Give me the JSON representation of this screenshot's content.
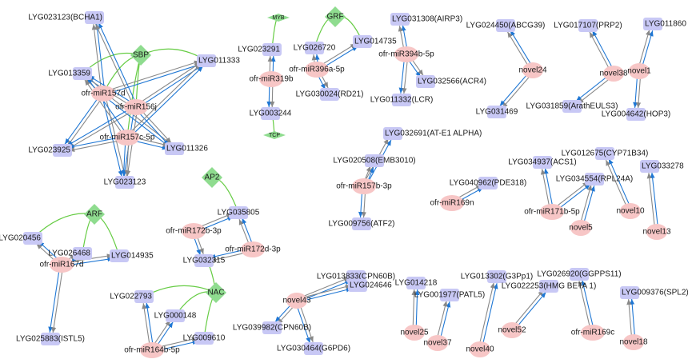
{
  "colors": {
    "gene_fill": "#c8c8f5",
    "mirna_fill": "#f7c6c6",
    "tf_fill": "#8fdc8f",
    "edge_blue": "#1f77d4",
    "edge_gray": "#888888",
    "edge_green": "#66cc44"
  },
  "genes": [
    {
      "id": "g1",
      "label": "LYG023123(BCHA1)"
    },
    {
      "id": "g2",
      "label": "LYG013359"
    },
    {
      "id": "g3",
      "label": "LYG011333"
    },
    {
      "id": "g4",
      "label": "LYG023925"
    },
    {
      "id": "g5",
      "label": "LYG011326"
    },
    {
      "id": "g6",
      "label": "LYG023123"
    },
    {
      "id": "g7",
      "label": "LYG023291"
    },
    {
      "id": "g8",
      "label": "LYG003244"
    },
    {
      "id": "g9",
      "label": "LYG026720"
    },
    {
      "id": "g10",
      "label": "LYG014735"
    },
    {
      "id": "g11",
      "label": "LYG030024(RD21)"
    },
    {
      "id": "g12",
      "label": "LYG031308(AIRP3)"
    },
    {
      "id": "g13",
      "label": "LYG032566(ACR4)"
    },
    {
      "id": "g14",
      "label": "LYG011332(LCR)"
    },
    {
      "id": "g15",
      "label": "LYG024450(ABCG39)"
    },
    {
      "id": "g16",
      "label": "LYG031469"
    },
    {
      "id": "g17",
      "label": "LYG017107(PRP2)"
    },
    {
      "id": "g18",
      "label": "LYG031859(ArathEULS3)"
    },
    {
      "id": "g19",
      "label": "LYG011860"
    },
    {
      "id": "g20",
      "label": "LYG004642(HOP3)"
    },
    {
      "id": "g21",
      "label": "LYG032691(AT-E1 ALPHA)"
    },
    {
      "id": "g22",
      "label": "LYG020508(EMB3010)"
    },
    {
      "id": "g23",
      "label": "LYG009756(ATF2)"
    },
    {
      "id": "g24",
      "label": "LYG034937(ACS1)"
    },
    {
      "id": "g25",
      "label": "LYG040962(PDE318)"
    },
    {
      "id": "g26",
      "label": "LYG012675(CYP71B34)"
    },
    {
      "id": "g27",
      "label": "LYG033278"
    },
    {
      "id": "g28",
      "label": "LYG034554(RPL24A)"
    },
    {
      "id": "g29",
      "label": "LYG020456"
    },
    {
      "id": "g30",
      "label": "LYG026468"
    },
    {
      "id": "g31",
      "label": "LYG014935"
    },
    {
      "id": "g32",
      "label": "LYG025883(ISTL5)"
    },
    {
      "id": "g33",
      "label": "LYG035805"
    },
    {
      "id": "g34",
      "label": "LYG032315"
    },
    {
      "id": "g35",
      "label": "LYG022793"
    },
    {
      "id": "g36",
      "label": "LYG000148"
    },
    {
      "id": "g37",
      "label": "LYG009610"
    },
    {
      "id": "g38",
      "label": "LYG013833(CPN60B)"
    },
    {
      "id": "g39",
      "label": "LYG024646"
    },
    {
      "id": "g40",
      "label": "LYG039982(CPN60B)"
    },
    {
      "id": "g41",
      "label": "LYG030464(G6PD6)"
    },
    {
      "id": "g42",
      "label": "LYG014218"
    },
    {
      "id": "g43",
      "label": "LYG001977(PATL5)"
    },
    {
      "id": "g44",
      "label": "LYG013302(G3Pp1)"
    },
    {
      "id": "g45",
      "label": "LYG022253(HMG BETA 1)"
    },
    {
      "id": "g46",
      "label": "LYG026920(GGPPS11)"
    },
    {
      "id": "g47",
      "label": "LYG009376(SPL2)"
    }
  ],
  "mirnas": [
    {
      "id": "m1",
      "label": "ofr-miR157d"
    },
    {
      "id": "m2",
      "label": "ofr-miR156j"
    },
    {
      "id": "m3",
      "label": "ofr-miR157c-5p"
    },
    {
      "id": "m4",
      "label": "ofr-miR319b"
    },
    {
      "id": "m5",
      "label": "ofr-miR396a-5p"
    },
    {
      "id": "m6",
      "label": "ofr-miR394b-5p"
    },
    {
      "id": "m7",
      "label": "novel24"
    },
    {
      "id": "m8",
      "label": "novel38"
    },
    {
      "id": "m9",
      "label": "novel1"
    },
    {
      "id": "m10",
      "label": "ofr-miR157b-3p"
    },
    {
      "id": "m11",
      "label": "ofr-miR169n"
    },
    {
      "id": "m12",
      "label": "ofr-miR171b-5p"
    },
    {
      "id": "m13",
      "label": "novel5"
    },
    {
      "id": "m14",
      "label": "novel10"
    },
    {
      "id": "m15",
      "label": "novel13"
    },
    {
      "id": "m16",
      "label": "ofr-miR167d"
    },
    {
      "id": "m17",
      "label": "ofr-miR172b-3p"
    },
    {
      "id": "m18",
      "label": "ofr-miR172d-3p"
    },
    {
      "id": "m19",
      "label": "ofr-miR164b-5p"
    },
    {
      "id": "m20",
      "label": "novel43"
    },
    {
      "id": "m21",
      "label": "novel25"
    },
    {
      "id": "m22",
      "label": "novel37"
    },
    {
      "id": "m23",
      "label": "novel40"
    },
    {
      "id": "m24",
      "label": "novel52"
    },
    {
      "id": "m25",
      "label": "ofr-miR169c"
    },
    {
      "id": "m26",
      "label": "novel18"
    }
  ],
  "tfs": [
    {
      "id": "t1",
      "label": "SBP"
    },
    {
      "id": "t2",
      "label": "MYB"
    },
    {
      "id": "t3",
      "label": "GRF"
    },
    {
      "id": "t4",
      "label": "TCP"
    },
    {
      "id": "t5",
      "label": "ARF"
    },
    {
      "id": "t6",
      "label": "AP2"
    },
    {
      "id": "t7",
      "label": "NAC"
    }
  ],
  "edges": [
    [
      "m1",
      "g2"
    ],
    [
      "m1",
      "g3"
    ],
    [
      "m1",
      "g4"
    ],
    [
      "m1",
      "g5"
    ],
    [
      "m1",
      "g6"
    ],
    [
      "m1",
      "g1"
    ],
    [
      "m2",
      "g2"
    ],
    [
      "m2",
      "g3"
    ],
    [
      "m2",
      "g4"
    ],
    [
      "m2",
      "g5"
    ],
    [
      "m2",
      "g6"
    ],
    [
      "m2",
      "g1"
    ],
    [
      "m3",
      "g2"
    ],
    [
      "m3",
      "g3"
    ],
    [
      "m3",
      "g4"
    ],
    [
      "m3",
      "g5"
    ],
    [
      "m3",
      "g6"
    ],
    [
      "m4",
      "g7"
    ],
    [
      "m4",
      "g8"
    ],
    [
      "m5",
      "g9"
    ],
    [
      "m5",
      "g10"
    ],
    [
      "m5",
      "g11"
    ],
    [
      "m6",
      "g12"
    ],
    [
      "m6",
      "g13"
    ],
    [
      "m6",
      "g14"
    ],
    [
      "m7",
      "g15"
    ],
    [
      "m7",
      "g16"
    ],
    [
      "m8",
      "g17"
    ],
    [
      "m8",
      "g18"
    ],
    [
      "m9",
      "g19"
    ],
    [
      "m9",
      "g20"
    ],
    [
      "m10",
      "g21"
    ],
    [
      "m10",
      "g22"
    ],
    [
      "m10",
      "g23"
    ],
    [
      "m11",
      "g25"
    ],
    [
      "m12",
      "g24"
    ],
    [
      "m12",
      "g28"
    ],
    [
      "m13",
      "g28"
    ],
    [
      "m14",
      "g26"
    ],
    [
      "m15",
      "g27"
    ],
    [
      "m16",
      "g29"
    ],
    [
      "m16",
      "g30"
    ],
    [
      "m16",
      "g31"
    ],
    [
      "m16",
      "g32"
    ],
    [
      "m17",
      "g33"
    ],
    [
      "m17",
      "g34"
    ],
    [
      "m18",
      "g33"
    ],
    [
      "m18",
      "g34"
    ],
    [
      "m19",
      "g35"
    ],
    [
      "m19",
      "g36"
    ],
    [
      "m19",
      "g37"
    ],
    [
      "m20",
      "g38"
    ],
    [
      "m20",
      "g39"
    ],
    [
      "m20",
      "g40"
    ],
    [
      "m20",
      "g41"
    ],
    [
      "m21",
      "g42"
    ],
    [
      "m22",
      "g43"
    ],
    [
      "m23",
      "g44"
    ],
    [
      "m24",
      "g45"
    ],
    [
      "m25",
      "g46"
    ],
    [
      "m26",
      "g47"
    ]
  ],
  "tf_edges": [
    [
      "t1",
      "m1"
    ],
    [
      "t1",
      "m2"
    ],
    [
      "t1",
      "m3"
    ],
    [
      "t1",
      "g2"
    ],
    [
      "t1",
      "g3"
    ],
    [
      "t2",
      "g7"
    ],
    [
      "t4",
      "g8"
    ],
    [
      "t3",
      "g9"
    ],
    [
      "t3",
      "g10"
    ],
    [
      "t5",
      "g29"
    ],
    [
      "t5",
      "g30"
    ],
    [
      "t5",
      "g31"
    ],
    [
      "t6",
      "g33"
    ],
    [
      "t7",
      "g34"
    ],
    [
      "t7",
      "g35"
    ],
    [
      "t7",
      "g36"
    ],
    [
      "t7",
      "g37"
    ]
  ]
}
